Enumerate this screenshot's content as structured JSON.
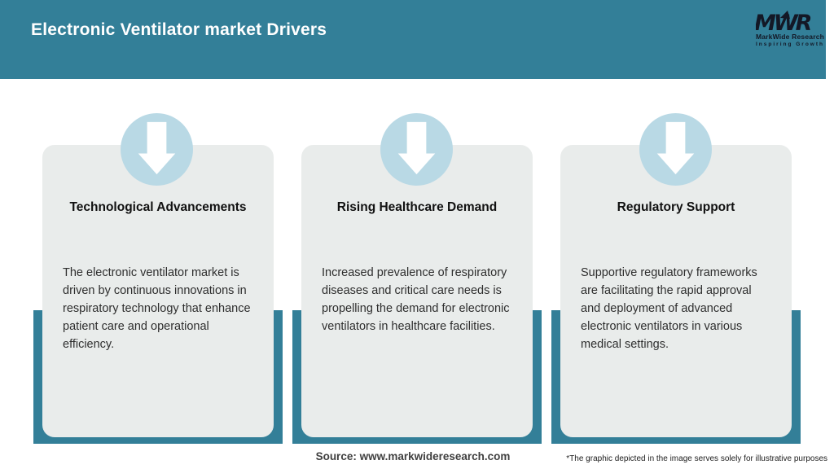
{
  "header": {
    "title": "Electronic Ventilator market Drivers",
    "logo": {
      "monogram": "MWR",
      "name": "MarkWide Research",
      "tagline": "Inspiring Growth"
    }
  },
  "cards": [
    {
      "icon": "down-arrow-icon",
      "title": "Technological Advancements",
      "body": "The electronic ventilator market is driven by continuous innovations in respiratory technology that enhance patient care and operational efficiency."
    },
    {
      "icon": "down-arrow-icon",
      "title": "Rising Healthcare Demand",
      "body": "Increased prevalence of respiratory diseases and critical care needs is propelling the demand for electronic ventilators in healthcare facilities."
    },
    {
      "icon": "down-arrow-icon",
      "title": "Regulatory Support",
      "body": "Supportive regulatory frameworks are facilitating the rapid approval and deployment of advanced electronic ventilators in various medical settings."
    }
  ],
  "footer": {
    "source": "Source: www.markwideresearch.com",
    "disclaimer": "*The graphic depicted in the image serves solely for illustrative purposes"
  },
  "colors": {
    "header_teal": "#337f98",
    "card_background": "#e9eceb",
    "badge_blue": "#b9d9e5",
    "logo_dark": "#131826",
    "title_white": "#ffffff"
  }
}
